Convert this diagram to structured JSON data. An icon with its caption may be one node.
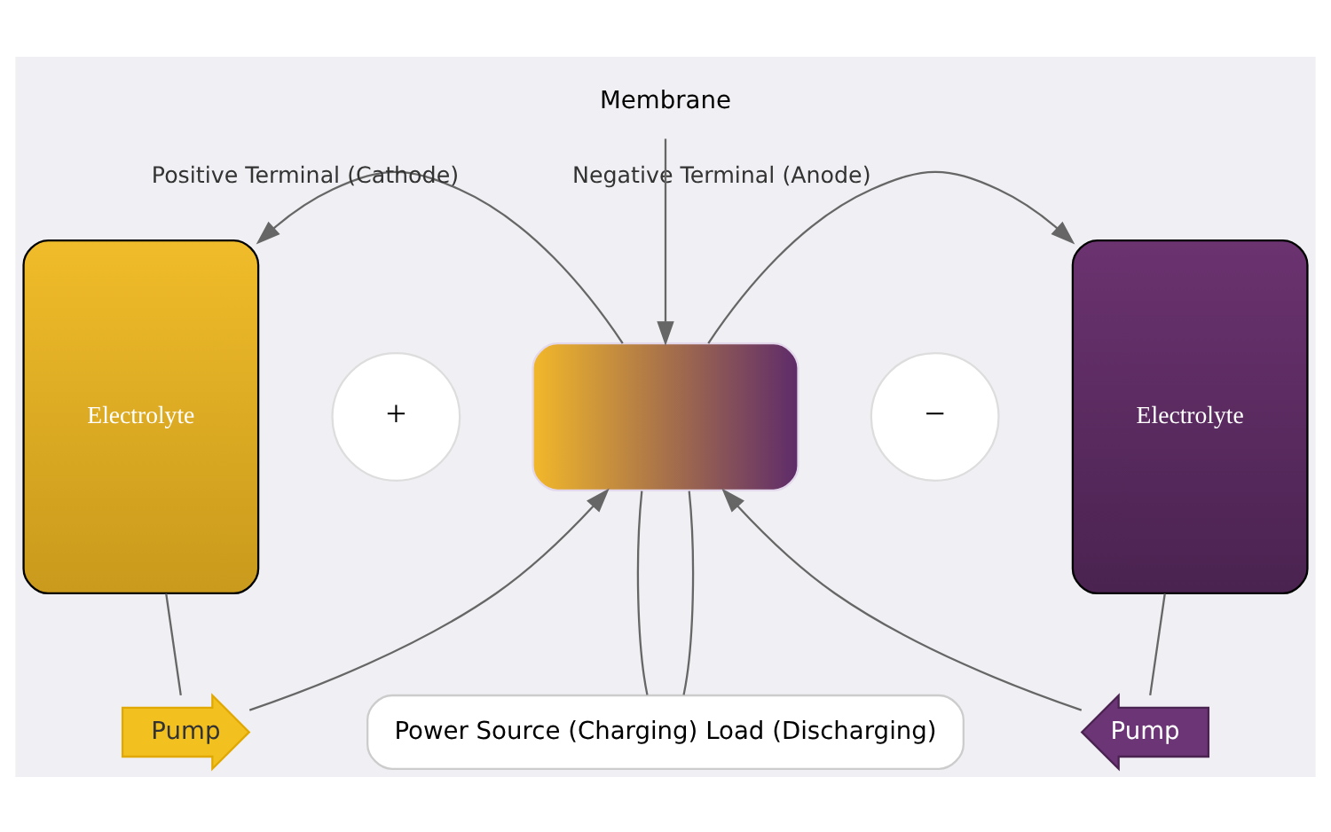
{
  "diagram": {
    "nodes": [
      {
        "text": [
          "Electrolyte"
        ]
      },
      {
        "text": [],
        "shape": "box"
      },
      {
        "text": [
          "Electrolyte"
        ]
      },
      {
        "text": [
          "Pump"
        ]
      },
      {
        "text": [
          "Pump"
        ]
      },
      {
        "text": [
          "Power Source (Charging) Load (Discharging)"
        ]
      },
      {
        "text": [
          "Membrane"
        ]
      },
      {
        "text": [
          "+"
        ]
      },
      {
        "text": [
          "−"
        ]
      }
    ],
    "edges": [
      {
        "from": 1,
        "to": 0,
        "arrow": "to",
        "label": "Positive Terminal (Cathode)"
      },
      {
        "from": 1,
        "to": 2,
        "arrow": "to",
        "label": "Negative Terminal (Anode)"
      },
      {
        "from": 6,
        "to": 1,
        "arrow": "to"
      },
      {
        "from": 0,
        "to": 3,
        "arrow": "none"
      },
      {
        "from": 3,
        "to": 1,
        "arrow": "to"
      },
      {
        "from": 2,
        "to": 4,
        "arrow": "none"
      },
      {
        "from": 4,
        "to": 1,
        "arrow": "to"
      },
      {
        "from": 5,
        "to": 1,
        "arrow": "none"
      },
      {
        "from": 5,
        "to": 1,
        "arrow": "none"
      }
    ]
  }
}
